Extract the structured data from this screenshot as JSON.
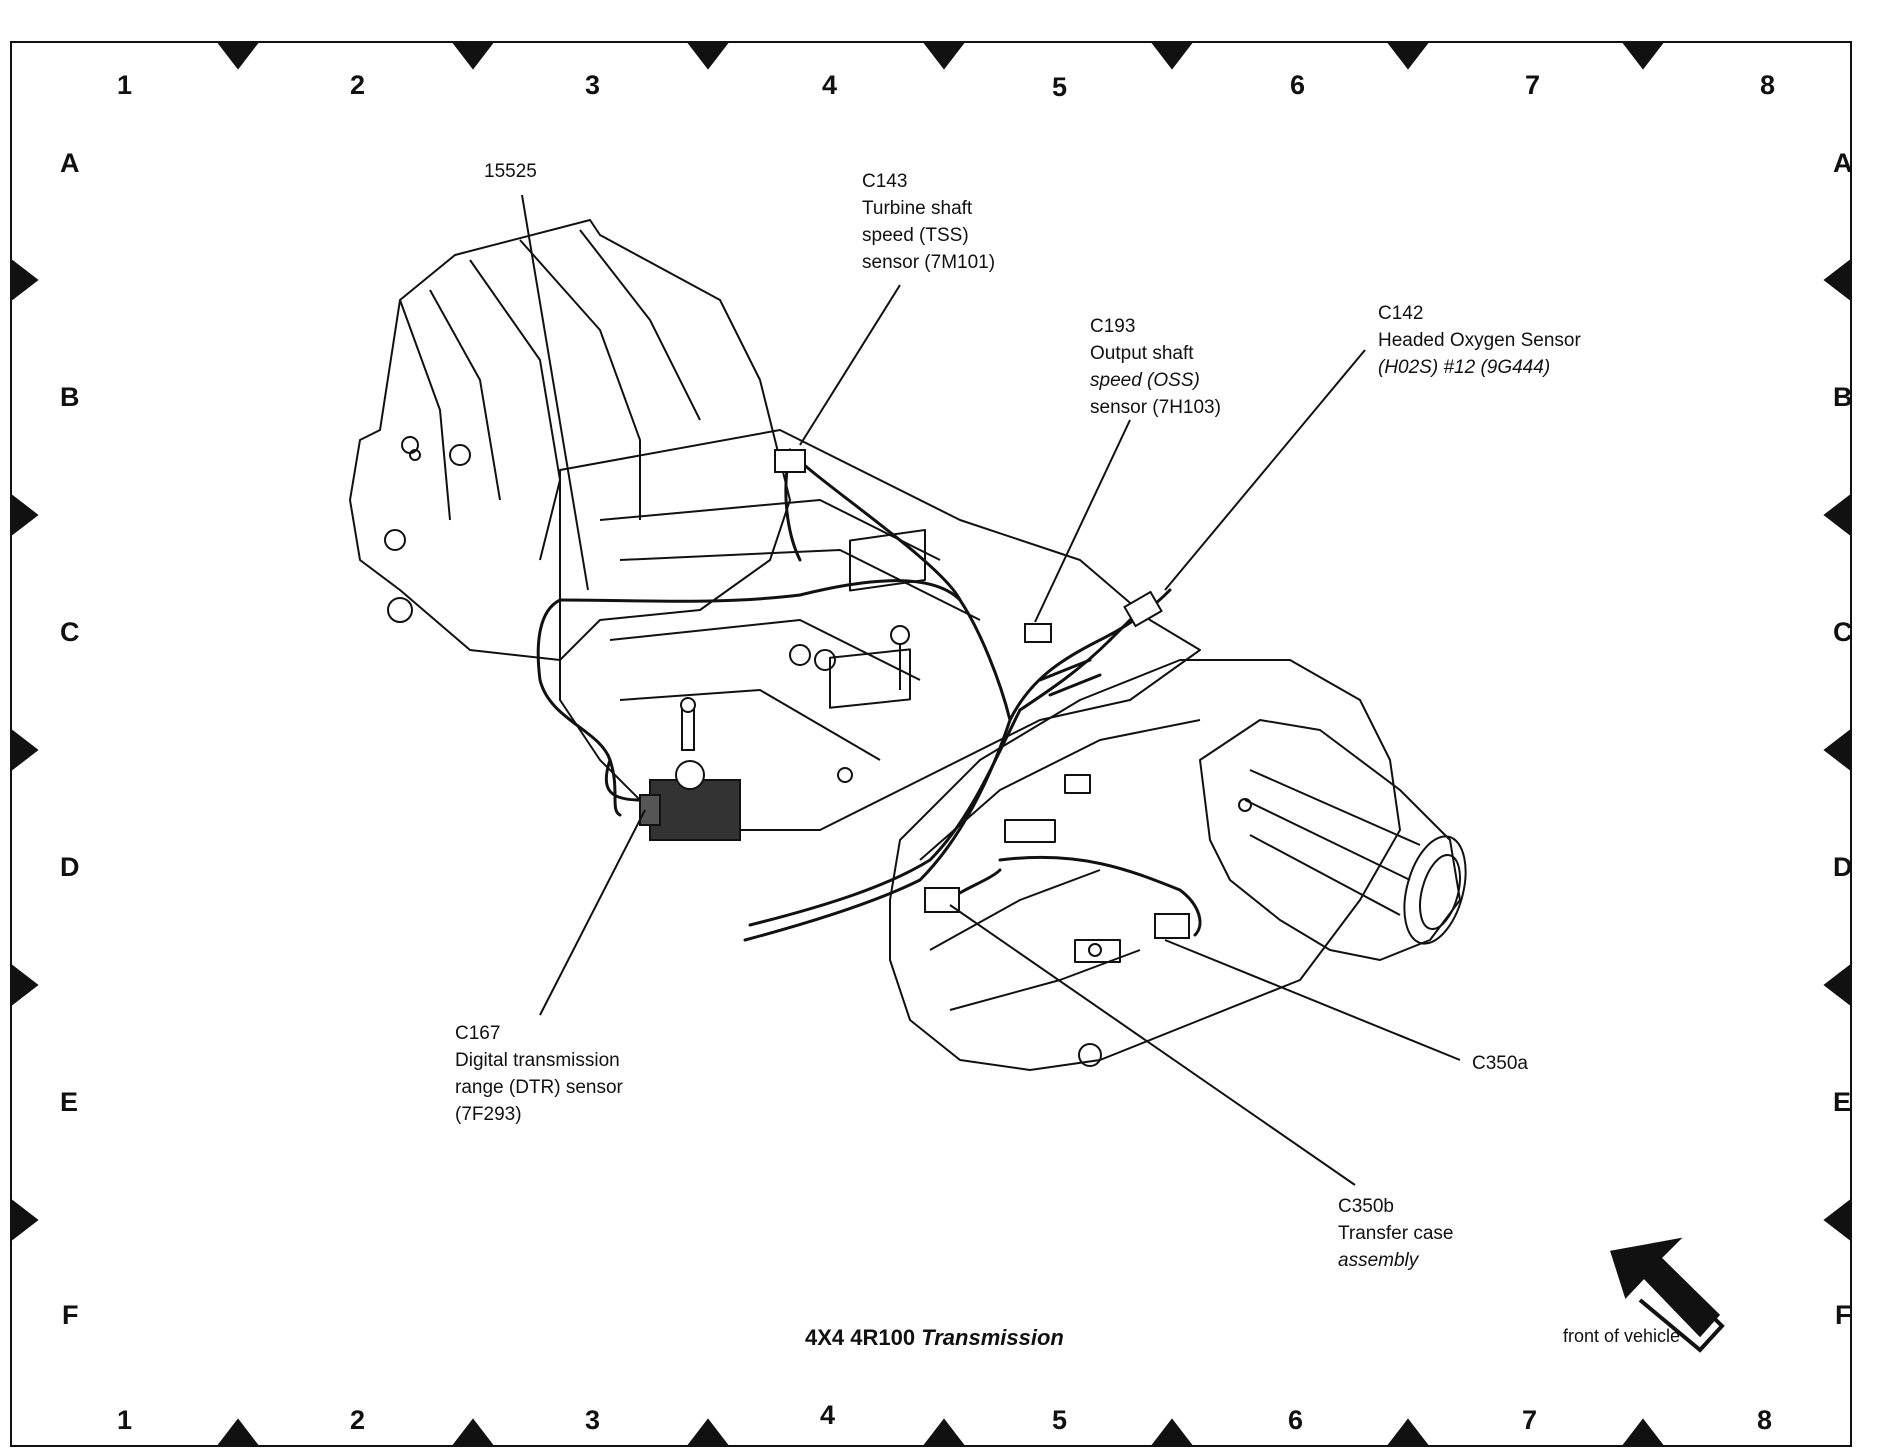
{
  "grid": {
    "columns": [
      "1",
      "2",
      "3",
      "4",
      "5",
      "6",
      "7",
      "8"
    ],
    "rows": [
      "A",
      "B",
      "C",
      "D",
      "E",
      "F"
    ]
  },
  "callouts": {
    "part_15525": [
      "15525"
    ],
    "c143": [
      "C143",
      "Turbine shaft",
      "speed (TSS)",
      "sensor (7M101)"
    ],
    "c193": [
      "C193",
      "Output shaft",
      "speed (OSS)",
      "sensor (7H103)"
    ],
    "c142": [
      "C142",
      "Headed Oxygen Sensor",
      "(H02S) #12 (9G444)"
    ],
    "c167": [
      "C167",
      "Digital transmission",
      "range (DTR) sensor",
      "(7F293)"
    ],
    "c350a": [
      "C350a"
    ],
    "c350b": [
      "C350b",
      "Transfer case",
      "assembly"
    ]
  },
  "caption": {
    "prefix": "4X4 4R100 ",
    "emphasis": "Transmission"
  },
  "orientation": {
    "label": "front of vehicle",
    "icon": "front-arrow-icon"
  }
}
